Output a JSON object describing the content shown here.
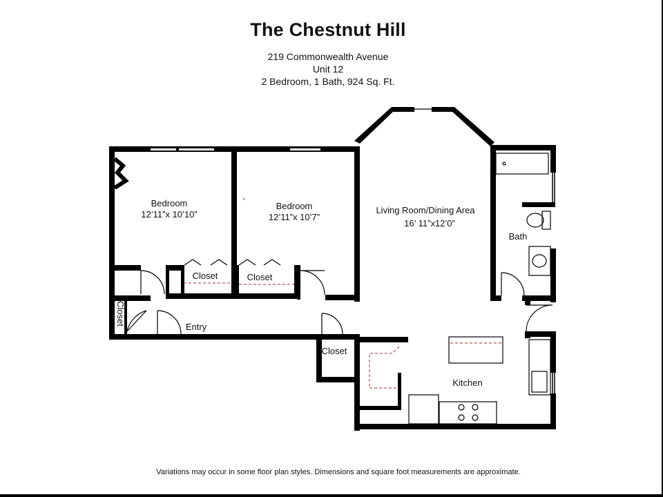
{
  "header": {
    "title": "The Chestnut Hill",
    "address": "219 Commonwealth Avenue",
    "unit": "Unit 12",
    "summary": "2 Bedroom, 1 Bath, 924 Sq. Ft."
  },
  "rooms": {
    "bedroom1": {
      "name": "Bedroom",
      "dims": "12’11”x 10’10”"
    },
    "bedroom2": {
      "name": "Bedroom",
      "dims": "12’11”x 10’7”"
    },
    "living": {
      "name": "Living Room/Dining Area",
      "dims": "16’ 11”x12’0”"
    },
    "bath": "Bath",
    "closet1": "Closet",
    "closet2": "Closet",
    "closet_side": "Closet",
    "closet_lower": "Closet",
    "entry": "Entry",
    "kitchen": "Kitchen"
  },
  "footer": {
    "disclaimer": "Variations may occur in some floor plan styles. Dimensions and square foot measurements are approximate."
  }
}
